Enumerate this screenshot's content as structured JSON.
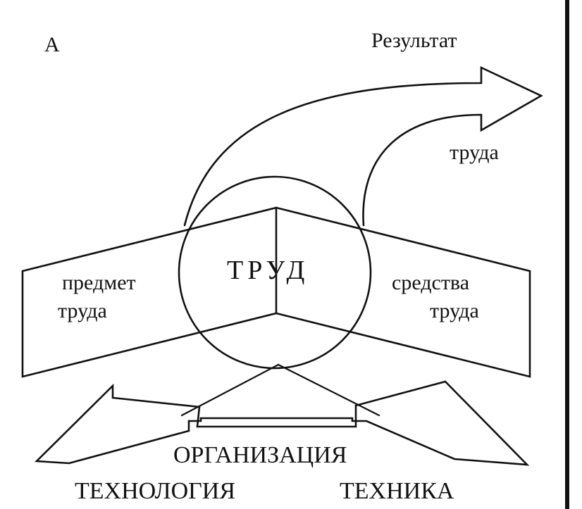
{
  "panel_label": "A",
  "result_arrow": {
    "line1": "Результат",
    "line2": "труда"
  },
  "center": {
    "label": "ТРУД"
  },
  "left_panel": {
    "line1": "предмет",
    "line2": "труда"
  },
  "right_panel": {
    "line1": "средства",
    "line2": "труда"
  },
  "bottom": {
    "organization": "ОРГАНИЗАЦИЯ",
    "technology": "ТЕХНОЛОГИЯ",
    "technique": "ТЕХНИКА"
  },
  "colors": {
    "ink": "#111111",
    "paper": "#ffffff"
  }
}
